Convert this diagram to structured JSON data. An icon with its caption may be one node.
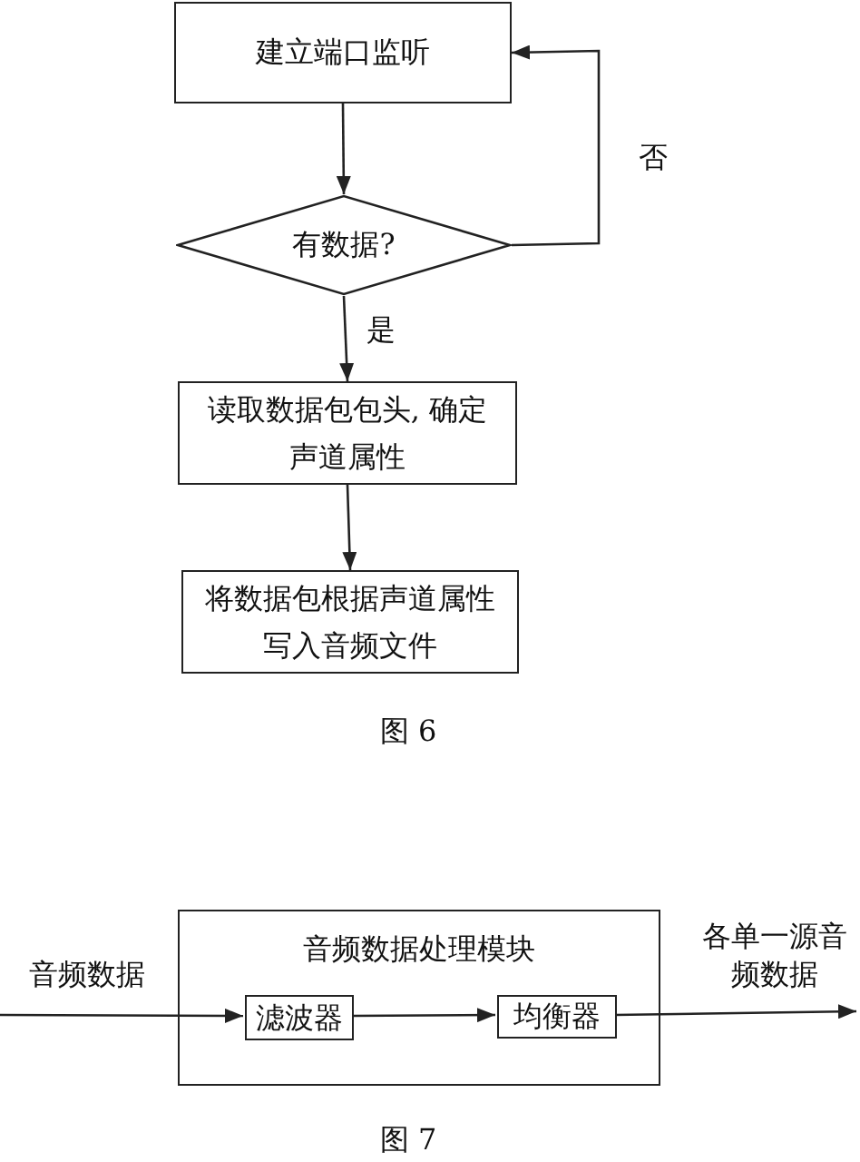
{
  "diagram": {
    "nodes": [
      {
        "text": [
          "建立端口监听"
        ]
      },
      {
        "text": [
          "有数据?"
        ]
      },
      {
        "text": [
          "读取数据包包头, 确定声道属性"
        ]
      },
      {
        "text": [
          "将数据包根据声道属性写入音频文件"
        ]
      },
      {
        "text": [
          "音频数据处理模块"
        ]
      },
      {
        "text": [
          "滤波器"
        ],
        "in": 4
      },
      {
        "text": [
          "均衡器"
        ],
        "in": 4
      }
    ],
    "edges": [
      {
        "from": 0,
        "to": 1,
        "arrow": "to"
      },
      {
        "from": 1,
        "to": 0,
        "arrow": "to",
        "label": "否"
      },
      {
        "from": 1,
        "to": 2,
        "arrow": "to",
        "label": "是"
      },
      {
        "from": 2,
        "to": 3,
        "arrow": "to"
      },
      {
        "from": null,
        "to": 5,
        "arrow": "to",
        "label": "音频数据"
      },
      {
        "from": 5,
        "to": 6,
        "arrow": "to"
      },
      {
        "from": 6,
        "to": null,
        "arrow": "to",
        "label": "各单一源音频数据"
      }
    ],
    "labels": [
      "图 6",
      "图 7"
    ]
  }
}
